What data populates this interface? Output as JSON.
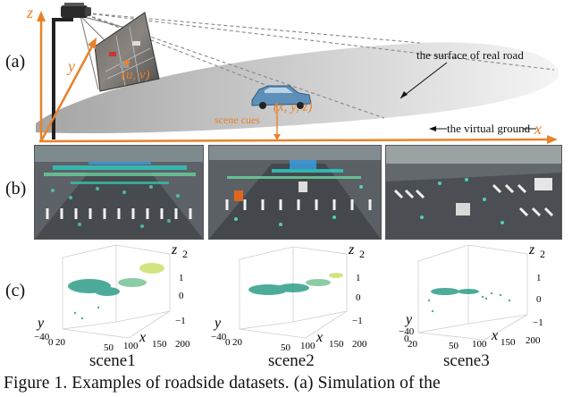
{
  "panel_a": {
    "label": "(a)",
    "axis_z": "z",
    "axis_y": "y",
    "axis_x": "x",
    "pixel_label": "(u, v)",
    "point_label": "(x, y, z)",
    "scene_cues": "scene cues",
    "real_road": "the surface of real road",
    "virtual_ground": "the virtual ground"
  },
  "panel_b": {
    "label": "(b)"
  },
  "panel_c": {
    "label": "(c)",
    "plots": [
      {
        "scene": "scene1",
        "z_label": "z",
        "z_top": "2",
        "z_ticks": [
          "1",
          "0",
          "−1"
        ],
        "y_label": "y",
        "y_ticks": [
          "−40",
          "0",
          "20"
        ],
        "x_label": "x",
        "x_ticks": [
          "50",
          "100",
          "150",
          "200"
        ]
      },
      {
        "scene": "scene2",
        "z_label": "z",
        "z_top": "2",
        "z_ticks": [
          "1",
          "0",
          "−1"
        ],
        "y_label": "y",
        "y_ticks": [
          "−40",
          "0",
          "20"
        ],
        "x_label": "x",
        "x_ticks": [
          "50",
          "100",
          "150",
          "200"
        ]
      },
      {
        "scene": "scene3",
        "z_label": "z",
        "z_top": "2",
        "z_ticks": [
          "1",
          "0",
          "−1"
        ],
        "y_label": "y",
        "y_ticks": [
          "−40",
          "0",
          "20"
        ],
        "x_label": "x",
        "x_ticks": [
          "50",
          "100",
          "150",
          "200"
        ]
      }
    ]
  },
  "caption": "Figure 1.  Examples of roadside datasets.  (a) Simulation of the",
  "colors": {
    "accent": "#e8822a",
    "road": "#b8b8b8",
    "points_green": "#2f9e88",
    "points_yellow": "#c9e06a"
  }
}
